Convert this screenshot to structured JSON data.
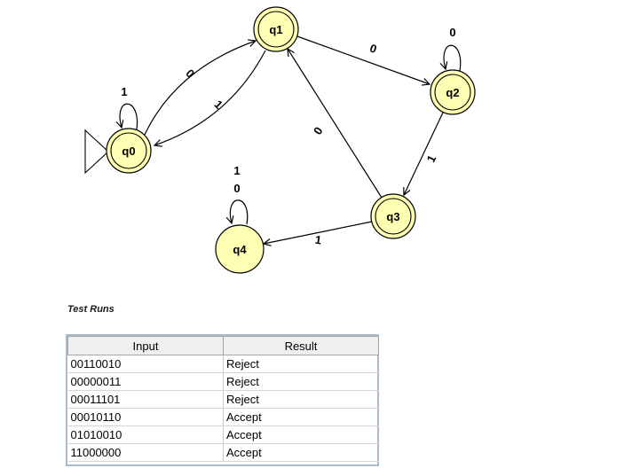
{
  "diagram": {
    "colors": {
      "state_fill": "#FFFFB3",
      "state_border": "#000000"
    },
    "states": [
      {
        "id": "q0",
        "label": "q0",
        "accepting": true,
        "initial": true
      },
      {
        "id": "q1",
        "label": "q1",
        "accepting": true,
        "initial": false
      },
      {
        "id": "q2",
        "label": "q2",
        "accepting": true,
        "initial": false
      },
      {
        "id": "q3",
        "label": "q3",
        "accepting": true,
        "initial": false
      },
      {
        "id": "q4",
        "label": "q4",
        "accepting": false,
        "initial": false
      }
    ],
    "transitions": [
      {
        "from": "q0",
        "to": "q0",
        "label": "1"
      },
      {
        "from": "q0",
        "to": "q1",
        "label": "0"
      },
      {
        "from": "q1",
        "to": "q0",
        "label": "1"
      },
      {
        "from": "q1",
        "to": "q2",
        "label": "0"
      },
      {
        "from": "q2",
        "to": "q2",
        "label": "0"
      },
      {
        "from": "q2",
        "to": "q3",
        "label": "1"
      },
      {
        "from": "q3",
        "to": "q1",
        "label": "0"
      },
      {
        "from": "q3",
        "to": "q4",
        "label": "1"
      },
      {
        "from": "q4",
        "to": "q4",
        "label": "1"
      },
      {
        "from": "q4",
        "to": "q4",
        "label": "0"
      }
    ]
  },
  "test_runs": {
    "title": "Test Runs",
    "columns": [
      "Input",
      "Result"
    ],
    "rows": [
      {
        "input": "00110010",
        "result": "Reject"
      },
      {
        "input": "00000011",
        "result": "Reject"
      },
      {
        "input": "00011101",
        "result": "Reject"
      },
      {
        "input": "00010110",
        "result": "Accept"
      },
      {
        "input": "01010010",
        "result": "Accept"
      },
      {
        "input": "11000000",
        "result": "Accept"
      }
    ]
  }
}
